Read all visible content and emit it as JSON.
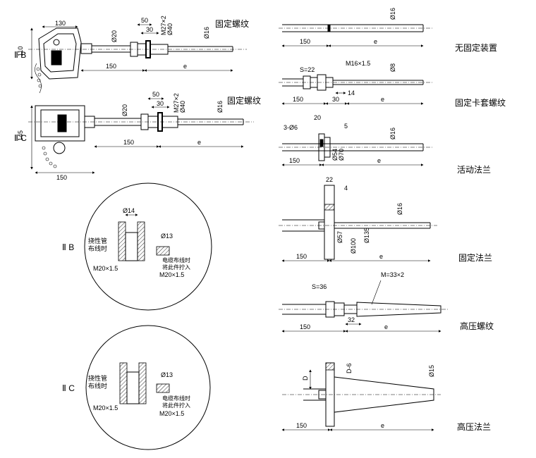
{
  "colors": {
    "line": "#000000",
    "background": "#ffffff"
  },
  "assemblies": {
    "top": {
      "variant": "Ⅱ B",
      "dims": {
        "width": "130",
        "height": "110",
        "d20": "Ø20",
        "d50": "50",
        "d30": "30",
        "m27": "M27×2",
        "d40": "Ø40",
        "d16": "Ø16",
        "len150": "150",
        "e": "e"
      },
      "label": "固定螺纹"
    },
    "mid": {
      "variant": "Ⅱ C",
      "dims": {
        "height": "145",
        "d20": "Ø20",
        "d50": "50",
        "d30": "30",
        "m27": "M27×2",
        "d40": "Ø40",
        "d16": "Ø16",
        "len150": "150",
        "e": "e",
        "width": "150"
      },
      "label": "固定螺纹"
    }
  },
  "details": {
    "b": {
      "variant": "Ⅱ B",
      "d14": "Ø14",
      "left_note": [
        "挠性管",
        "布线时"
      ],
      "thread_left": "M20×1.5",
      "d13": "Ø13",
      "right_note": [
        "电缆布线时",
        "将此件拧入"
      ],
      "thread_right": "M20×1.5"
    },
    "c": {
      "variant": "Ⅱ C",
      "left_note": [
        "挠性管",
        "布线时"
      ],
      "thread_left": "M20×1.5",
      "d13": "Ø13",
      "right_note": [
        "电缆布线时",
        "将此件拧入"
      ],
      "thread_right": "M20×1.5"
    }
  },
  "fixtures": [
    {
      "label": "无固定装置",
      "dims": {
        "d16": "Ø16",
        "len150": "150",
        "e": "e"
      }
    },
    {
      "label": "固定卡套螺纹",
      "dims": {
        "s": "S=22",
        "thread": "M16×1.5",
        "d8": "Ø8",
        "len150": "150",
        "d30": "30",
        "d14": "14",
        "e": "e"
      }
    },
    {
      "label": "活动法兰",
      "dims": {
        "holes": "3-Ø6",
        "d20": "20",
        "d5": "5",
        "d16": "Ø16",
        "d54": "Ø54",
        "d70": "Ø70",
        "len150": "150",
        "e": "e"
      }
    },
    {
      "label": "固定法兰",
      "dims": {
        "d22": "22",
        "d4": "4",
        "d16": "Ø16",
        "d57": "Ø57",
        "d100": "Ø100",
        "d135": "Ø135",
        "len150": "150",
        "e": "e"
      }
    },
    {
      "label": "高压螺纹",
      "dims": {
        "thread": "M=33×2",
        "s": "S=36",
        "d32": "32",
        "len150": "150",
        "e": "e"
      }
    },
    {
      "label": "高压法兰",
      "dims": {
        "dd": "D-6",
        "d": "D",
        "d15": "Ø15",
        "len150": "150",
        "e": "e"
      }
    }
  ]
}
